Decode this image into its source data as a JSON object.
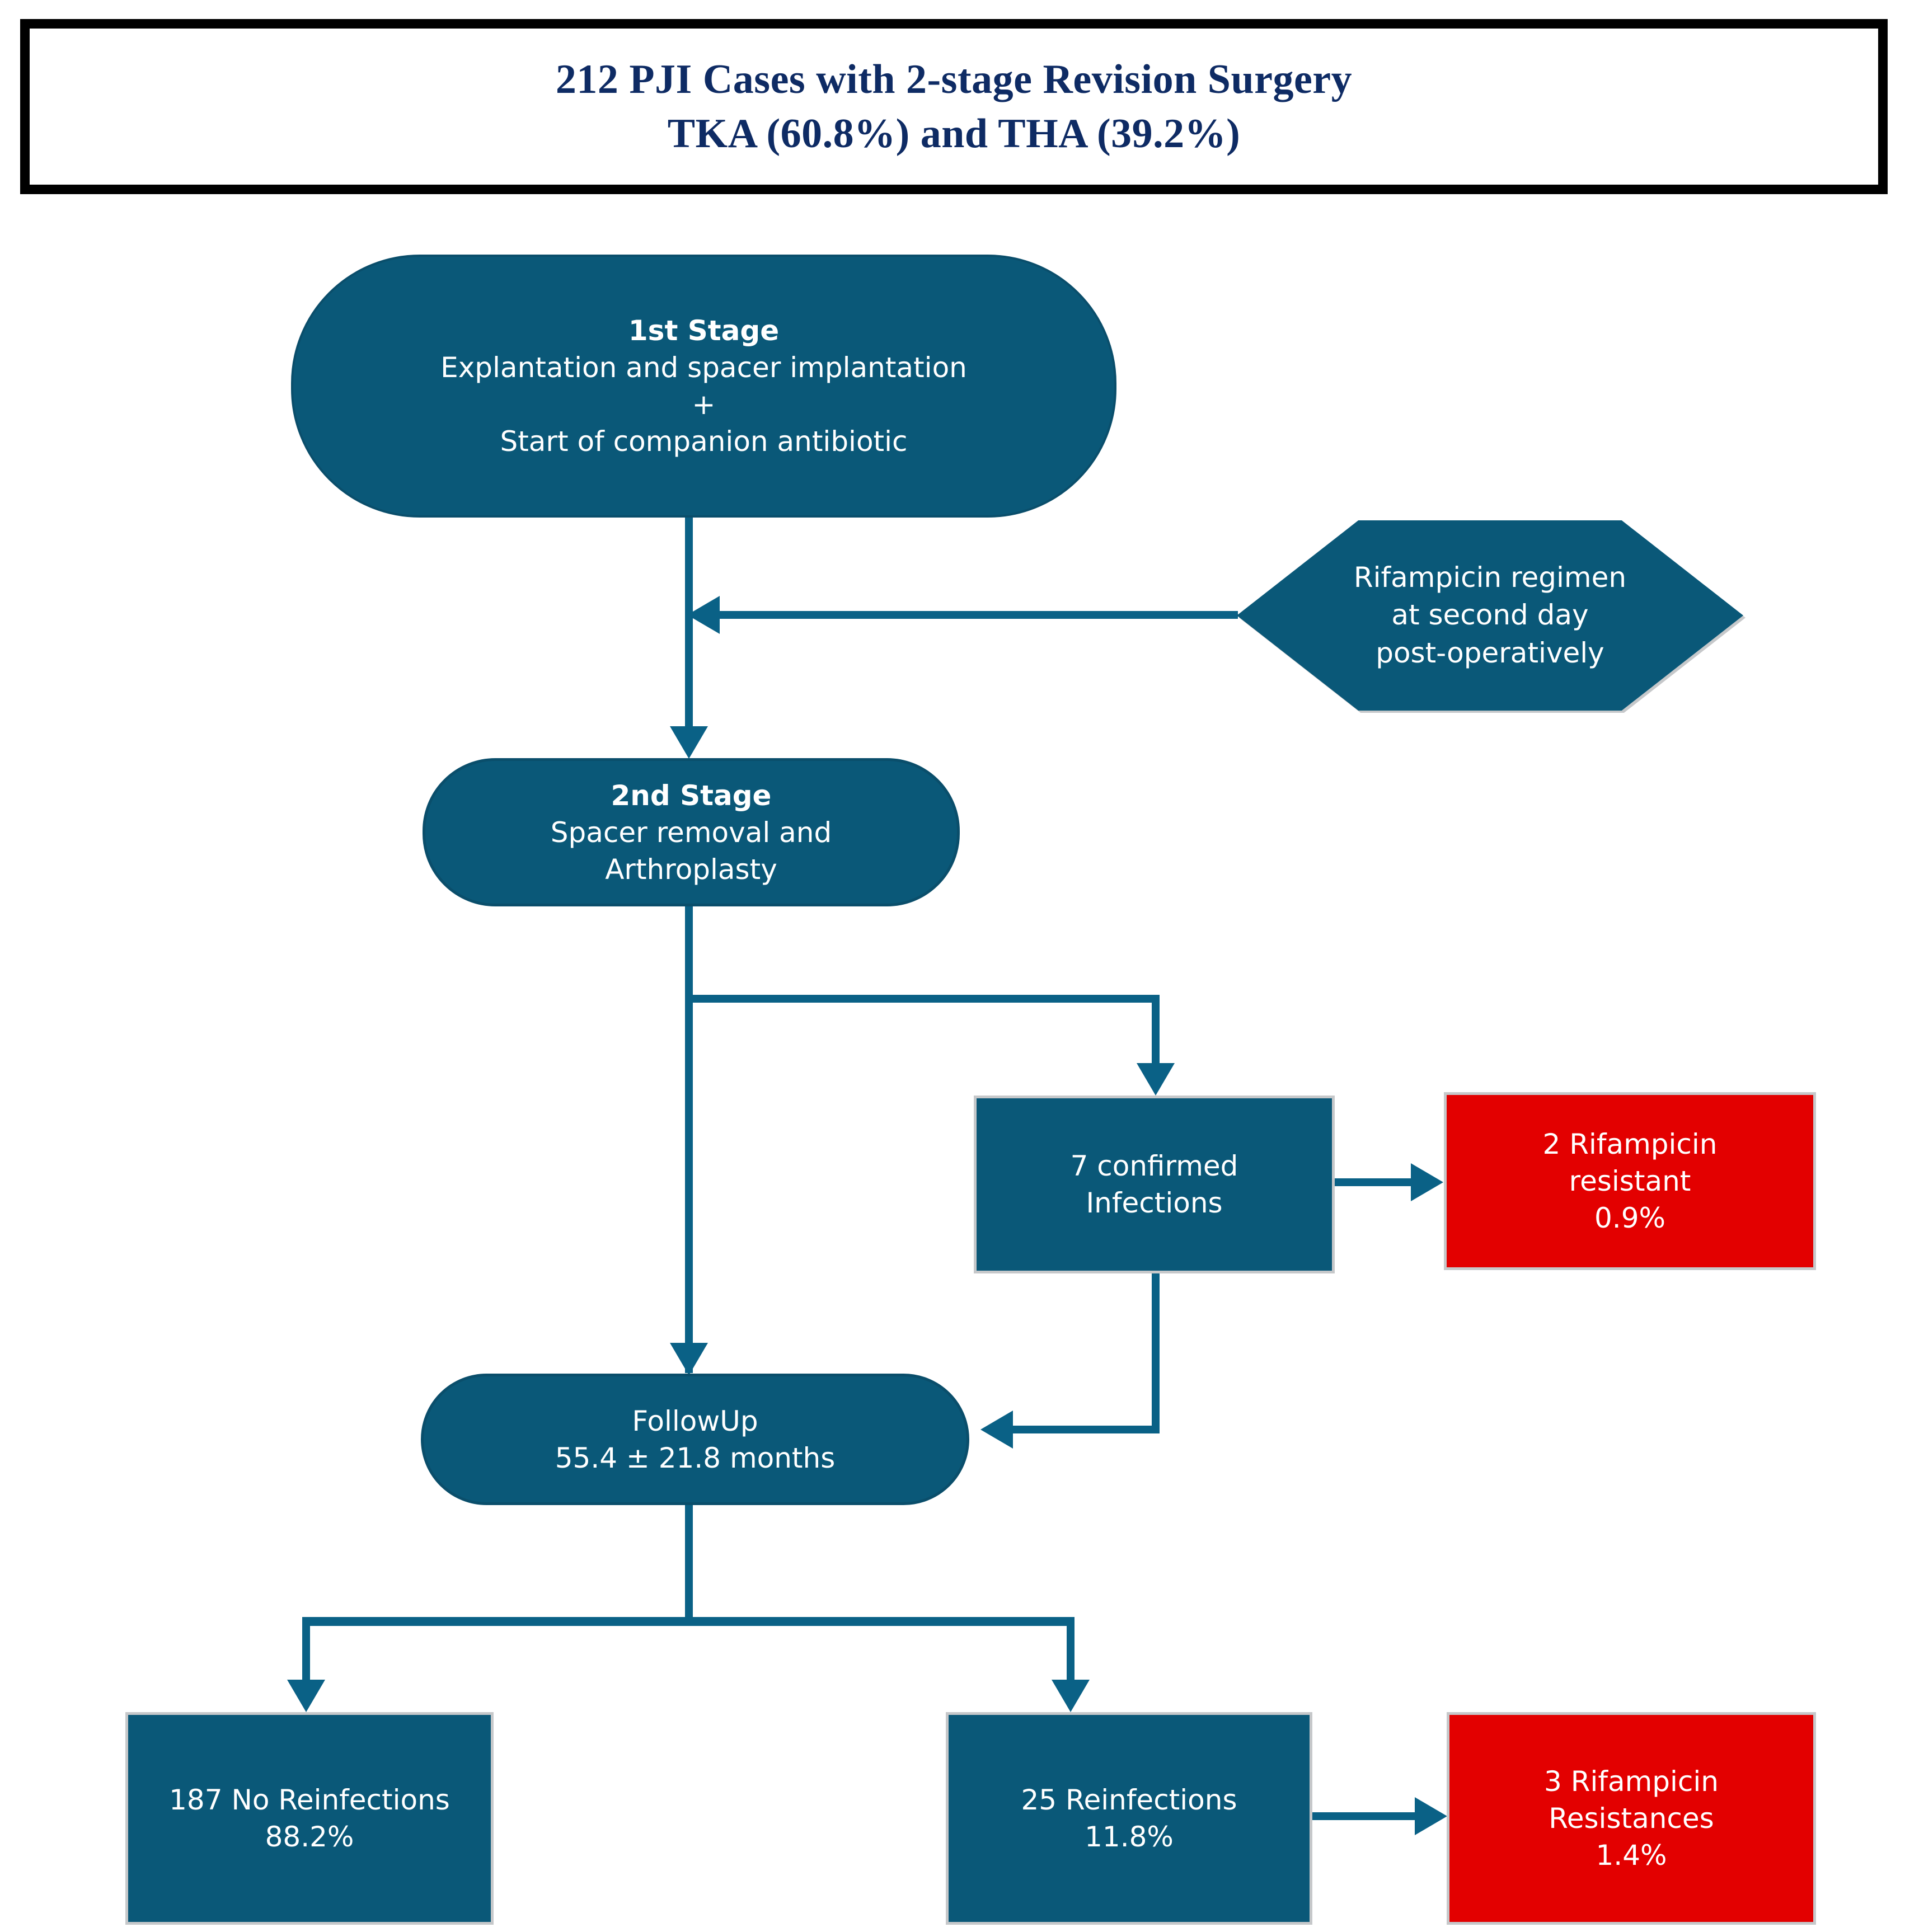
{
  "title": {
    "line1": "212 PJI Cases with 2-stage Revision Surgery",
    "line2": "TKA (60.8%) and THA (39.2%)"
  },
  "nodes": {
    "stage1": {
      "heading": "1st Stage",
      "line2": "Explantation and spacer implantation",
      "line3": "+",
      "line4": "Start of companion antibiotic"
    },
    "rifampicin_regimen": {
      "line1": "Rifampicin regimen",
      "line2": "at second day",
      "line3": "post-operatively"
    },
    "stage2": {
      "heading": "2nd Stage",
      "line2": "Spacer removal and",
      "line3": "Arthroplasty"
    },
    "confirmed_infections": {
      "line1": "7 confirmed",
      "line2": "Infections"
    },
    "rifampicin_resistant_2": {
      "line1": "2 Rifampicin",
      "line2": "resistant",
      "line3": "0.9%"
    },
    "followup": {
      "line1": "FollowUp",
      "line2": "55.4 ± 21.8 months"
    },
    "no_reinfections": {
      "line1": "187 No Reinfections",
      "line2": "88.2%"
    },
    "reinfections": {
      "line1": "25 Reinfections",
      "line2": "11.8%"
    },
    "rifampicin_resistances_3": {
      "line1": "3 Rifampicin",
      "line2": "Resistances",
      "line3": "1.4%"
    }
  },
  "colors": {
    "teal": "#0A5878",
    "connector": "#0A6186",
    "red": "#E30000",
    "title_text": "#0E2B64",
    "border_black": "#000000",
    "box_edge_grey": "#C6C8CA"
  },
  "chart_data": {
    "type": "diagram",
    "title": "212 PJI Cases with 2-stage Revision Surgery — TKA (60.8%) and THA (39.2%)",
    "total_cases": 212,
    "tka_percent": 60.8,
    "tha_percent": 39.2,
    "followup_months_mean": 55.4,
    "followup_months_sd": 21.8,
    "confirmed_infections": 7,
    "rifampicin_resistant_at_stage2": 2,
    "rifampicin_resistant_at_stage2_percent": 0.9,
    "no_reinfections": 187,
    "no_reinfections_percent": 88.2,
    "reinfections": 25,
    "reinfections_percent": 11.8,
    "rifampicin_resistances_followup": 3,
    "rifampicin_resistances_followup_percent": 1.4,
    "edges": [
      {
        "from": "stage1",
        "to": "stage2"
      },
      {
        "from": "rifampicin_regimen",
        "to": "stage1-stage2-link"
      },
      {
        "from": "stage2",
        "to": "confirmed_infections"
      },
      {
        "from": "stage2",
        "to": "followup"
      },
      {
        "from": "confirmed_infections",
        "to": "rifampicin_resistant_2"
      },
      {
        "from": "confirmed_infections",
        "to": "followup"
      },
      {
        "from": "followup",
        "to": "no_reinfections"
      },
      {
        "from": "followup",
        "to": "reinfections"
      },
      {
        "from": "reinfections",
        "to": "rifampicin_resistances_3"
      }
    ]
  }
}
